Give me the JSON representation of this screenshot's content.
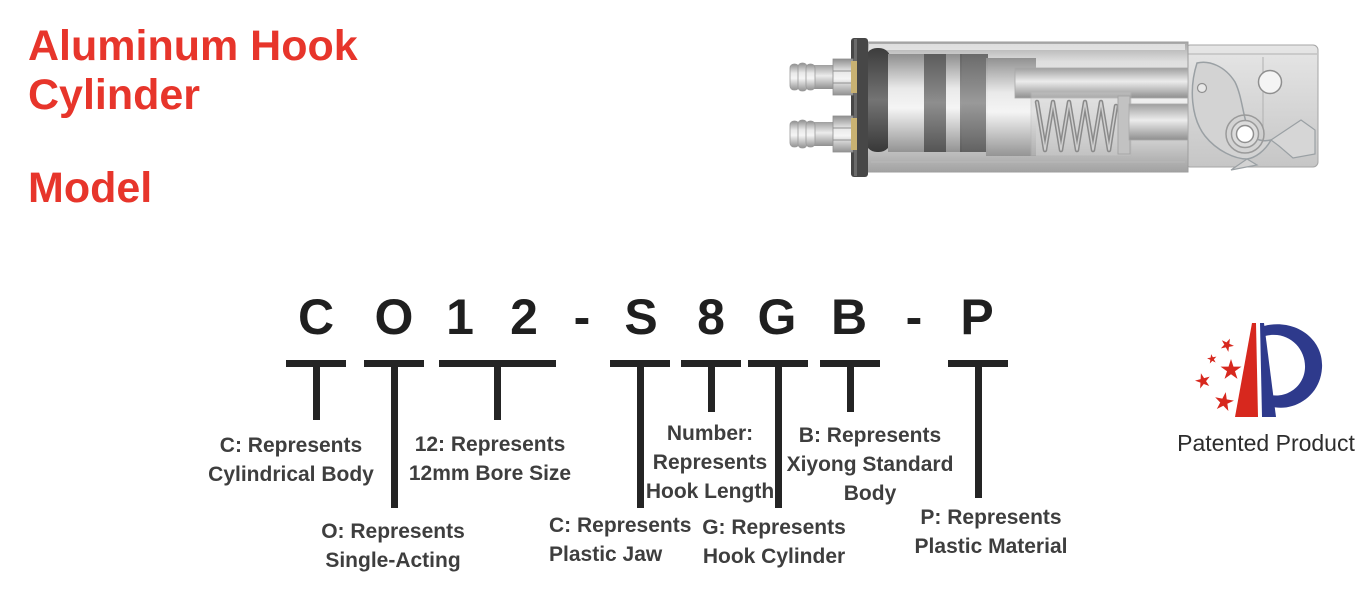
{
  "header": {
    "title_line1": "Aluminum Hook",
    "title_line2": "Cylinder",
    "section_title": "Model",
    "accent_color": "#e7352b"
  },
  "product_image": {
    "description": "Cutaway 3D render of an aluminum hook cylinder: two hose barb fittings, dark mounting flange, internal piston cartridge, return spring and hook mechanism housing"
  },
  "model_code": {
    "full_code": "CO12-S8GB-P",
    "characters": [
      "C",
      "O",
      "1",
      "2",
      "-",
      "S",
      "8",
      "G",
      "B",
      "-",
      "P"
    ]
  },
  "explanations": [
    {
      "for": "C",
      "lines": [
        "C: Represents",
        "Cylindrical Body"
      ]
    },
    {
      "for": "O",
      "lines": [
        "O: Represents",
        "Single-Acting"
      ]
    },
    {
      "for": "12",
      "lines": [
        "12: Represents",
        "12mm Bore Size"
      ]
    },
    {
      "for": "S",
      "lines": [
        "C: Represents",
        "Plastic Jaw"
      ]
    },
    {
      "for": "8",
      "lines": [
        "Number:",
        "Represents",
        "Hook Length"
      ]
    },
    {
      "for": "G",
      "lines": [
        "G: Represents",
        "Hook Cylinder"
      ]
    },
    {
      "for": "B",
      "lines": [
        "B: Represents",
        "Xiyong Standard",
        "Body"
      ]
    },
    {
      "for": "P",
      "lines": [
        "P: Represents",
        "Plastic Material"
      ]
    }
  ],
  "patent": {
    "label": "Patented Product",
    "logo_red": "#d7281e",
    "logo_blue": "#2e3a8c"
  },
  "colors": {
    "heading_red": "#e7352b",
    "code_black": "#1f1f1f",
    "body_text": "#3e3e3e"
  }
}
